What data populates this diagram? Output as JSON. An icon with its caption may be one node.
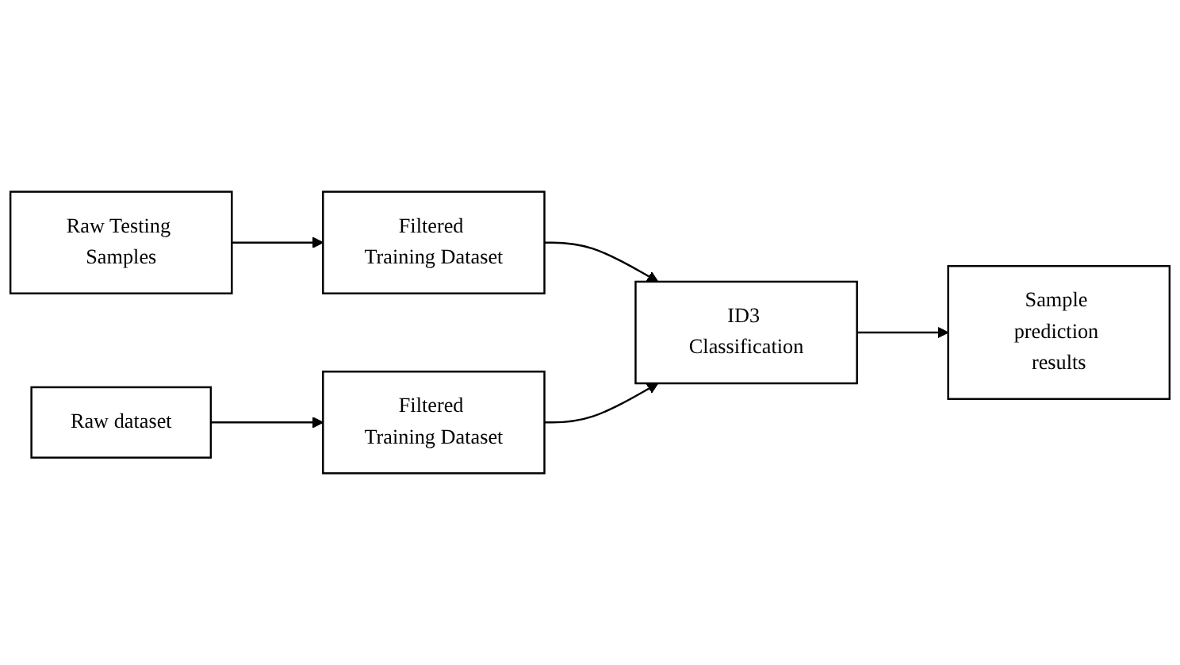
{
  "diagram": {
    "nodes": [
      {
        "text": [
          "Raw Testing Samples"
        ]
      },
      {
        "text": [
          "Filtered Training Dataset"
        ]
      },
      {
        "text": [
          "ID3 Classification"
        ]
      },
      {
        "text": [
          "Raw dataset"
        ]
      },
      {
        "text": [
          "Filtered Training Dataset"
        ]
      },
      {
        "text": [
          "Sample prediction results"
        ]
      }
    ],
    "edges": [
      {
        "from": 0,
        "to": 1,
        "arrow": "to"
      },
      {
        "from": 1,
        "to": 2,
        "arrow": "to"
      },
      {
        "from": 3,
        "to": 4,
        "arrow": "to"
      },
      {
        "from": 4,
        "to": 2,
        "arrow": "to"
      },
      {
        "from": 2,
        "to": 5,
        "arrow": "to"
      }
    ]
  }
}
